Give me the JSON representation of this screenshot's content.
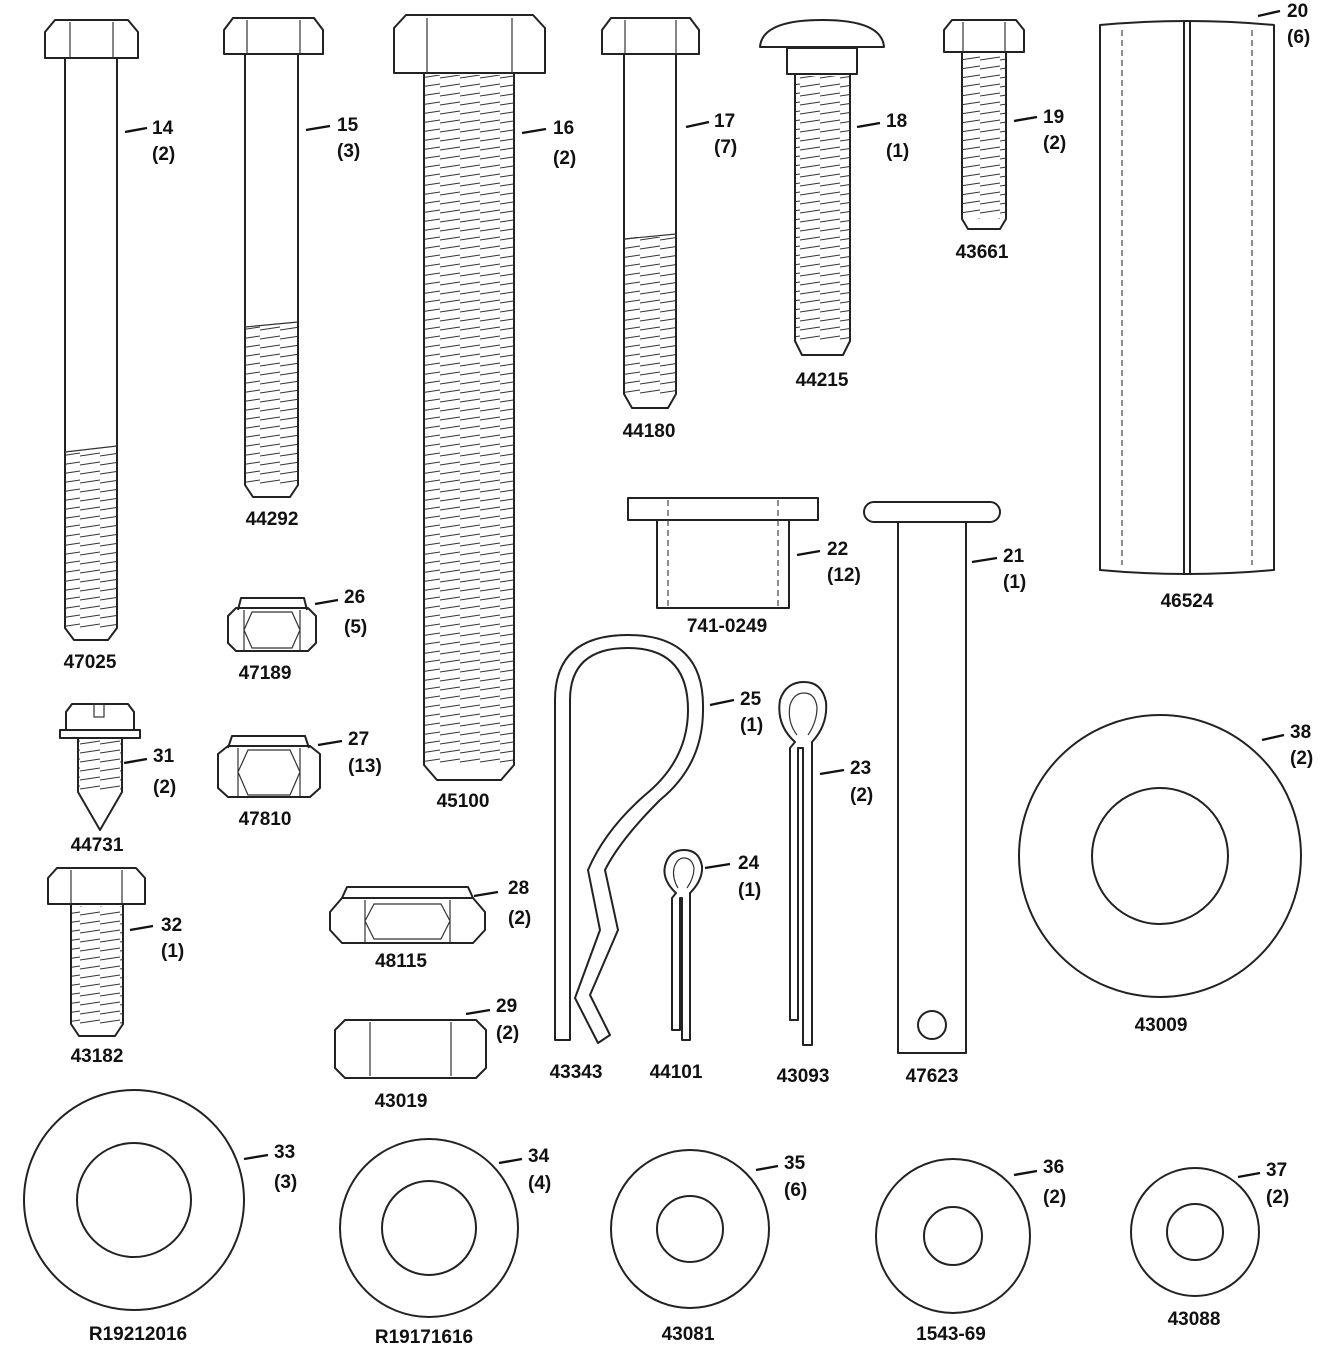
{
  "parts": [
    {
      "ref": "14",
      "qty": "(2)",
      "number": "47025"
    },
    {
      "ref": "15",
      "qty": "(3)",
      "number": "44292"
    },
    {
      "ref": "16",
      "qty": "(2)",
      "number": "45100"
    },
    {
      "ref": "17",
      "qty": "(7)",
      "number": "44180"
    },
    {
      "ref": "18",
      "qty": "(1)",
      "number": "44215"
    },
    {
      "ref": "19",
      "qty": "(2)",
      "number": "43661"
    },
    {
      "ref": "20",
      "qty": "(6)",
      "number": "46524"
    },
    {
      "ref": "21",
      "qty": "(1)",
      "number": "47623"
    },
    {
      "ref": "22",
      "qty": "(12)",
      "number": "741-0249"
    },
    {
      "ref": "23",
      "qty": "(2)",
      "number": "43093"
    },
    {
      "ref": "24",
      "qty": "(1)",
      "number": "44101"
    },
    {
      "ref": "25",
      "qty": "(1)",
      "number": "43343"
    },
    {
      "ref": "26",
      "qty": "(5)",
      "number": "47189"
    },
    {
      "ref": "27",
      "qty": "(13)",
      "number": "47810"
    },
    {
      "ref": "28",
      "qty": "(2)",
      "number": "48115"
    },
    {
      "ref": "29",
      "qty": "(2)",
      "number": "43019"
    },
    {
      "ref": "31",
      "qty": "(2)",
      "number": "44731"
    },
    {
      "ref": "32",
      "qty": "(1)",
      "number": "43182"
    },
    {
      "ref": "33",
      "qty": "(3)",
      "number": "R19212016"
    },
    {
      "ref": "34",
      "qty": "(4)",
      "number": "R19171616"
    },
    {
      "ref": "35",
      "qty": "(6)",
      "number": "43081"
    },
    {
      "ref": "36",
      "qty": "(2)",
      "number": "1543-69"
    },
    {
      "ref": "37",
      "qty": "(2)",
      "number": "43088"
    },
    {
      "ref": "38",
      "qty": "(2)",
      "number": "43009"
    }
  ]
}
